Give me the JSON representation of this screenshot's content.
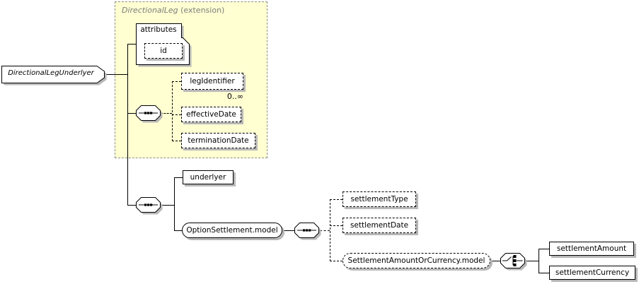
{
  "root_node": {
    "label": "DirectionalLegUnderlyer"
  },
  "extension_panel": {
    "name": "DirectionalLeg",
    "suffix": " (extension)"
  },
  "attributes_group": {
    "label": "attributes",
    "attribute_id": {
      "label": "id"
    }
  },
  "leg_sequence": {
    "items": [
      {
        "label": "legIdentifier",
        "occurrence": "0..∞"
      },
      {
        "label": "effectiveDate"
      },
      {
        "label": "terminationDate"
      }
    ]
  },
  "main_sequence": {
    "items": [
      {
        "label": "underlyer"
      },
      {
        "label": "OptionSettlement.model"
      }
    ]
  },
  "settlement_sequence": {
    "items": [
      {
        "label": "settlementType"
      },
      {
        "label": "settlementDate"
      },
      {
        "label": "SettlementAmountOrCurrency.model"
      }
    ]
  },
  "settlement_choice": {
    "items": [
      {
        "label": "settlementAmount"
      },
      {
        "label": "settlementCurrency"
      }
    ]
  },
  "colors": {
    "panel_background": "#ffffd2",
    "panel_border": "#8e8e8e",
    "panel_text": "#7d7d7d",
    "shadow": "#b8b8b8",
    "line": "#000000",
    "box_fill": "#ffffff"
  }
}
